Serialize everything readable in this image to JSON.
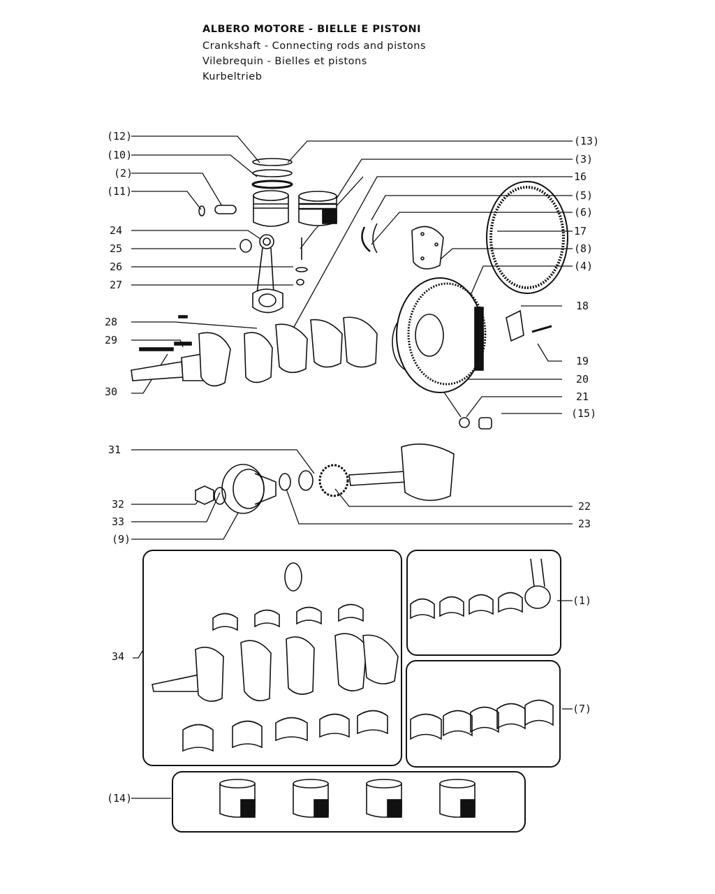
{
  "header": {
    "title_it": "ALBERO MOTORE - BIELLE E PISTONI",
    "title_en": "Crankshaft - Connecting rods and pistons",
    "title_fr": "Vilebrequin - Bielles et pistons",
    "title_de": "Kurbeltrieb"
  },
  "labels": {
    "l12": "(12)",
    "l10": "(10)",
    "l2": "(2)",
    "l11": "(11)",
    "l24": "24",
    "l25": "25",
    "l26": "26",
    "l27": "27",
    "l28": "28",
    "l29": "29",
    "l30": "30",
    "l13": "(13)",
    "l3": "(3)",
    "l16": "16",
    "l5": "(5)",
    "l6": "(6)",
    "l17": "17",
    "l8": "(8)",
    "l4": "(4)",
    "l18": "18",
    "l19": "19",
    "l20": "20",
    "l21": "21",
    "l15": "(15)",
    "l31": "31",
    "l32": "32",
    "l33": "33",
    "l9": "(9)",
    "l22": "22",
    "l23": "23",
    "l34": "34",
    "l1": "(1)",
    "l7": "(7)",
    "l14": "(14)"
  }
}
